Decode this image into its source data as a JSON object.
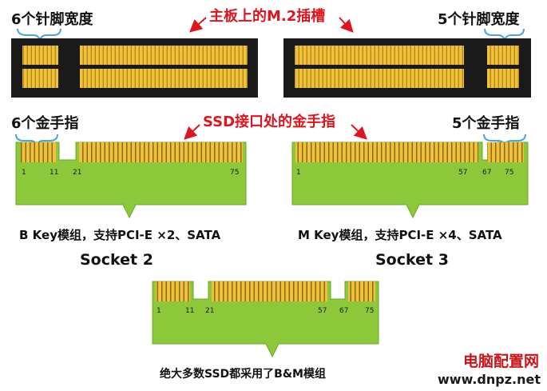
{
  "labels": {
    "slot_title": "主板上的M.2插槽",
    "left_pins": "6个针脚宽度",
    "right_pins": "5个针脚宽度",
    "ssd_title": "SSD接口处的金手指",
    "left_fingers": "6个金手指",
    "right_fingers": "5个金手指",
    "bkey_desc": "B Key模组，支持PCI-E ×2、SATA",
    "mkey_desc": "M Key模组，支持PCI-E ×4、SATA",
    "socket2": "Socket 2",
    "socket3": "Socket 3",
    "bm_desc": "绝大多数SSD都采用了B&M模组"
  },
  "pins": {
    "bkey": [
      "1",
      "11",
      "21",
      "75"
    ],
    "mkey": [
      "1",
      "57",
      "67",
      "75"
    ],
    "bm": [
      "1",
      "11",
      "21",
      "57",
      "67",
      "75"
    ]
  },
  "watermark": {
    "title": "电脑配置网",
    "url": "www.dnpz.net"
  },
  "colors": {
    "pcb": "#8cc83a",
    "gold": "#f0c23c",
    "slot": "#1a1a1a",
    "annotation_red": "#e0141e",
    "bracket_blue": "#4aa3df"
  }
}
